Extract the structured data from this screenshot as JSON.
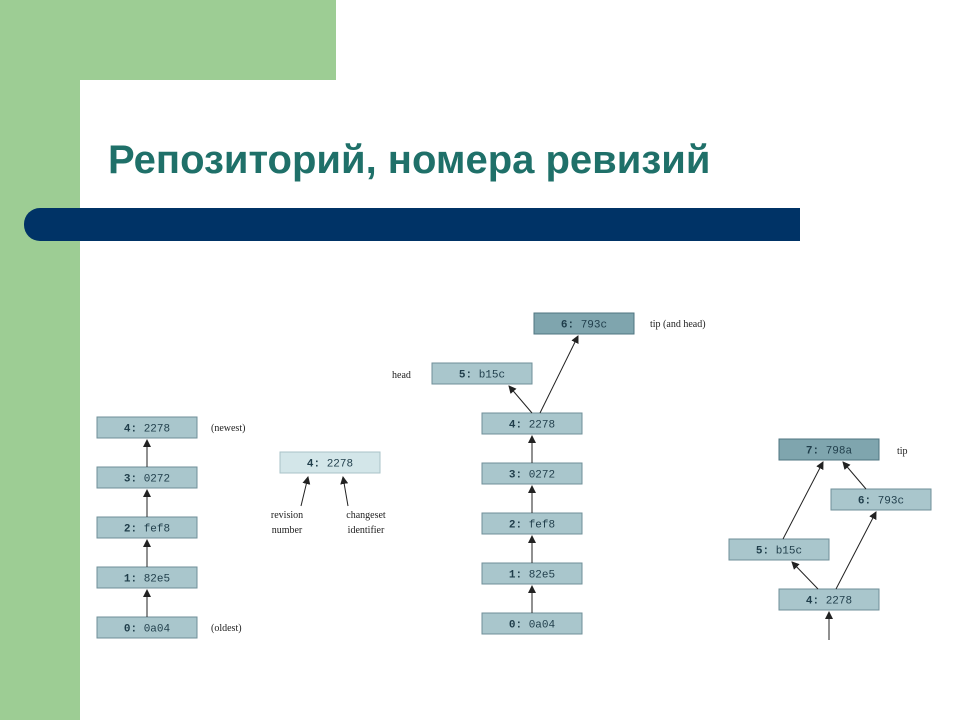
{
  "slide": {
    "title": "Репозиторий, номера ревизий",
    "colors": {
      "accent_green": "#9dcd94",
      "title_color": "#1f7069",
      "bar_color": "#003366"
    }
  },
  "diagrams": {
    "linear_history": {
      "nodes": [
        {
          "rev": "4:",
          "hash": "2278"
        },
        {
          "rev": "3:",
          "hash": "0272"
        },
        {
          "rev": "2:",
          "hash": "fef8"
        },
        {
          "rev": "1:",
          "hash": "82e5"
        },
        {
          "rev": "0:",
          "hash": "0a04"
        }
      ],
      "newest_label": "(newest)",
      "oldest_label": "(oldest)"
    },
    "legend": {
      "node": {
        "rev": "4:",
        "hash": "2278"
      },
      "revision_label_line1": "revision",
      "revision_label_line2": "number",
      "changeset_label_line1": "changeset",
      "changeset_label_line2": "identifier"
    },
    "branched_history": {
      "nodes": [
        {
          "rev": "6:",
          "hash": "793c"
        },
        {
          "rev": "5:",
          "hash": "b15c"
        },
        {
          "rev": "4:",
          "hash": "2278"
        },
        {
          "rev": "3:",
          "hash": "0272"
        },
        {
          "rev": "2:",
          "hash": "fef8"
        },
        {
          "rev": "1:",
          "hash": "82e5"
        },
        {
          "rev": "0:",
          "hash": "0a04"
        }
      ],
      "tip_label": "tip (and head)",
      "head_label": "head"
    },
    "merge_history": {
      "nodes": [
        {
          "rev": "7:",
          "hash": "798a"
        },
        {
          "rev": "6:",
          "hash": "793c"
        },
        {
          "rev": "5:",
          "hash": "b15c"
        },
        {
          "rev": "4:",
          "hash": "2278"
        }
      ],
      "tip_label": "tip"
    }
  }
}
